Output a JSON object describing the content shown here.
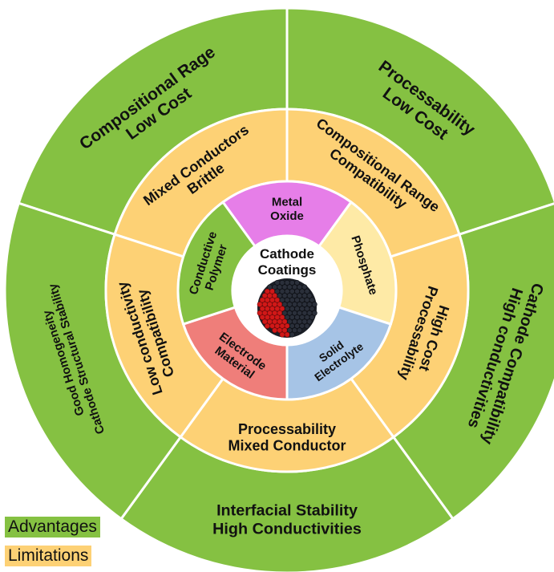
{
  "colors": {
    "advantage": "#85c142",
    "limitation": "#fdd175",
    "ring_stroke": "#ffffff",
    "metal_oxide": "#e67ee8",
    "phosphate": "#feeaa6",
    "solid_electrolyte": "#a6c4e6",
    "electrode_material": "#ef7e7a",
    "conductive_polymer": "#85c142",
    "center": "#ffffff",
    "particle_dark": "#2a2f3a",
    "particle_red": "#d01818"
  },
  "center": {
    "title_line1": "Cathode",
    "title_line2": "Coatings"
  },
  "inner_types": [
    {
      "name": "metal-oxide",
      "lines": [
        "Metal",
        "Oxide"
      ]
    },
    {
      "name": "phosphate",
      "lines": [
        "Phosphate"
      ]
    },
    {
      "name": "solid-electrolyte",
      "lines": [
        "Solid",
        "Electrolyte"
      ]
    },
    {
      "name": "electrode-material",
      "lines": [
        "Electrode",
        "Material"
      ]
    },
    {
      "name": "conductive-polymer",
      "lines": [
        "Conductive",
        "Polymer"
      ]
    }
  ],
  "limitations": [
    {
      "lines": [
        "Mixed Conductors",
        "Brittle"
      ]
    },
    {
      "lines": [
        "Compositional Range",
        "Compatibility"
      ]
    },
    {
      "lines": [
        "High Cost",
        "Processability"
      ]
    },
    {
      "lines": [
        "Processability",
        "Mixed Conductor"
      ]
    },
    {
      "lines": [
        "Low conductivity",
        "Compatibility"
      ]
    }
  ],
  "advantages": [
    {
      "lines": [
        "Compositional Rage",
        "Low Cost"
      ]
    },
    {
      "lines": [
        "Processability",
        "Low Cost"
      ]
    },
    {
      "lines": [
        "Cathode Compatibility",
        "High conductivities"
      ]
    },
    {
      "lines": [
        "Interfacial Stability",
        "High Conductivities"
      ]
    },
    {
      "lines": [
        "Good Homogeneity",
        "Cathode Structural Stability"
      ]
    }
  ],
  "legend": {
    "advantages": "Advantages",
    "limitations": "Limitations"
  }
}
